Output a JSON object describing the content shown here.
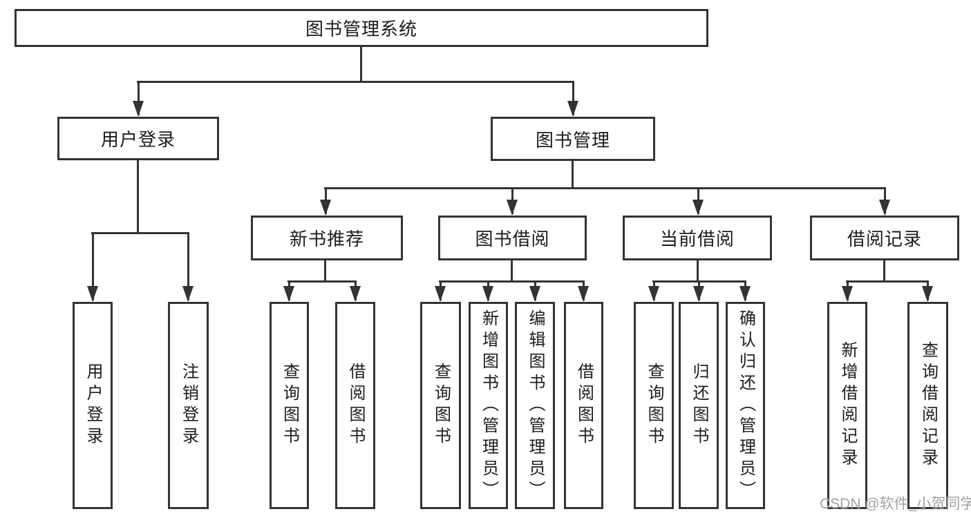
{
  "tree": {
    "label": "图书管理系统",
    "children": [
      {
        "label": "用户登录",
        "children": [
          {
            "label": "用户登录"
          },
          {
            "label": "注销登录"
          }
        ]
      },
      {
        "label": "图书管理",
        "children": [
          {
            "label": "新书推荐",
            "children": [
              {
                "label": "查询图书"
              },
              {
                "label": "借阅图书"
              }
            ]
          },
          {
            "label": "图书借阅",
            "children": [
              {
                "label": "查询图书"
              },
              {
                "label": "新增图书（管理员）"
              },
              {
                "label": "编辑图书（管理员）"
              },
              {
                "label": "借阅图书"
              }
            ]
          },
          {
            "label": "当前借阅",
            "children": [
              {
                "label": "查询图书"
              },
              {
                "label": "归还图书"
              },
              {
                "label": "确认归还（管理员）"
              }
            ]
          },
          {
            "label": "借阅记录",
            "children": [
              {
                "label": "新增借阅记录"
              },
              {
                "label": "查询借阅记录"
              }
            ]
          }
        ]
      }
    ]
  },
  "watermark": {
    "text": "CSDN @软件_小贺同学"
  },
  "colors": {
    "line": "#333333",
    "text": "#1c1c1c",
    "background": "#ffffff",
    "watermark": "#919191"
  }
}
